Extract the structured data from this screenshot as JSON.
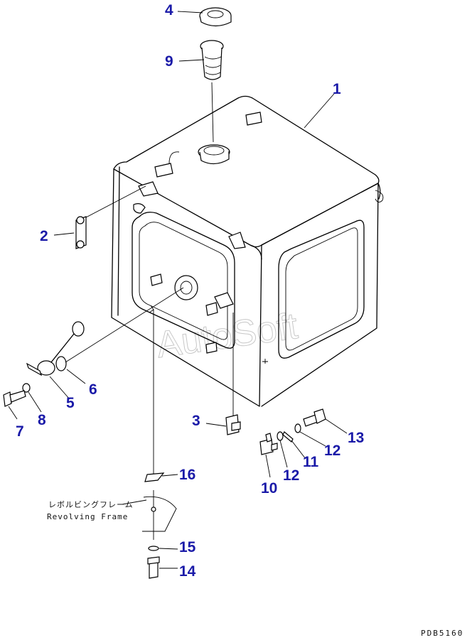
{
  "callouts": {
    "p1": "1",
    "p2": "2",
    "p3": "3",
    "p4": "4",
    "p5": "5",
    "p6": "6",
    "p7": "7",
    "p8": "8",
    "p9": "9",
    "p10": "10",
    "p11": "11",
    "p12a": "12",
    "p12b": "12",
    "p13": "13",
    "p14": "14",
    "p15": "15",
    "p16": "16"
  },
  "frame_note": {
    "japanese": "レボルビングフレーム",
    "english": "Revolving Frame"
  },
  "watermark": "AutoSoft",
  "drawing_code": "PDB5160",
  "colors": {
    "callout": "#1a1aa8",
    "line": "#000000",
    "watermark": "#9a9a9a"
  }
}
